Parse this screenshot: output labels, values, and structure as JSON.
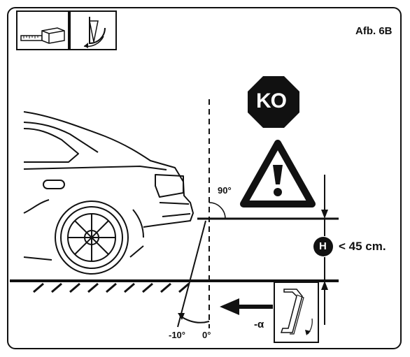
{
  "figure": {
    "label": "Afb. 6B",
    "angle_90": "90°",
    "angle_minus10": "-10°",
    "angle_0": "0°",
    "alpha": "-α",
    "height_limit": "< 45 cm.",
    "h_badge": "H",
    "ko_sign": "KO"
  },
  "icons": [
    "tape-measure-icon",
    "inclinometer-icon",
    "stop-ko-sign-icon",
    "warning-triangle-icon",
    "car-rear-icon",
    "inclinometer-angle-card-icon"
  ]
}
